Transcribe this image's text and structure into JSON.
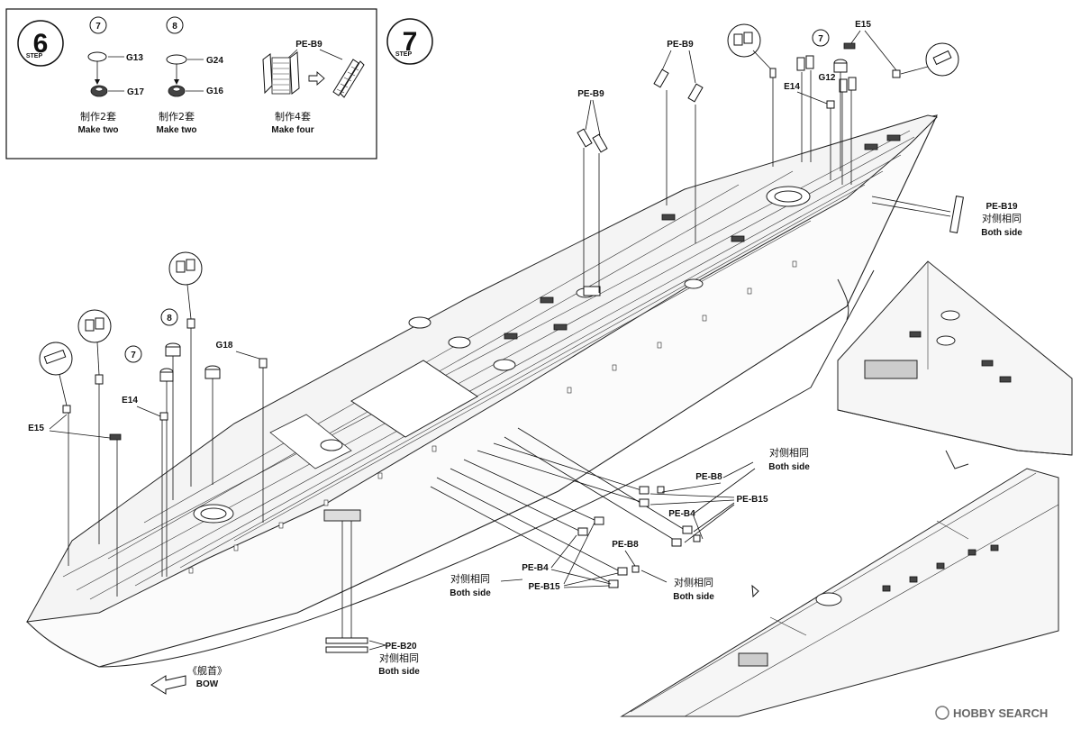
{
  "step6": {
    "step_word": "STEP",
    "step_number": "6",
    "circle_7": "7",
    "circle_8": "8",
    "parts": {
      "g13": "G13",
      "g17": "G17",
      "g24": "G24",
      "g16": "G16",
      "pe_b9": "PE-B9"
    },
    "make_two_cn_1": "制作2套",
    "make_two_en_1": "Make two",
    "make_two_cn_2": "制作2套",
    "make_two_en_2": "Make two",
    "make_four_cn": "制作4套",
    "make_four_en": "Make four"
  },
  "step7": {
    "step_word": "STEP",
    "step_number": "7",
    "labels": {
      "pe_b9_a": "PE-B9",
      "pe_b9_b": "PE-B9",
      "e15_top": "E15",
      "circle_7_top": "7",
      "g12": "G12",
      "e14_top": "E14",
      "pe_b19": "PE-B19",
      "pe_b19_cn": "对侧相同",
      "pe_b19_en": "Both side",
      "circle_8_left": "8",
      "circle_7_left": "7",
      "g18": "G18",
      "e14_left": "E14",
      "e15_left": "E15",
      "both_cn_right": "对侧相同",
      "both_en_right": "Both side",
      "pe_b8_right": "PE-B8",
      "pe_b15_right": "PE-B15",
      "pe_b4_right": "PE-B4",
      "pe_b8_mid": "PE-B8",
      "pe_b4_mid": "PE-B4",
      "pe_b15_mid": "PE-B15",
      "both_cn_mid": "对侧相同",
      "both_en_mid": "Both side",
      "both_cn_mid2": "对侧相同",
      "both_en_mid2": "Both side",
      "pe_b20": "PE-B20",
      "pe_b20_cn": "对侧相同",
      "pe_b20_en": "Both side",
      "bow_cn": "《舰首》",
      "bow_en": "BOW"
    }
  },
  "watermark": "HOBBY SEARCH"
}
